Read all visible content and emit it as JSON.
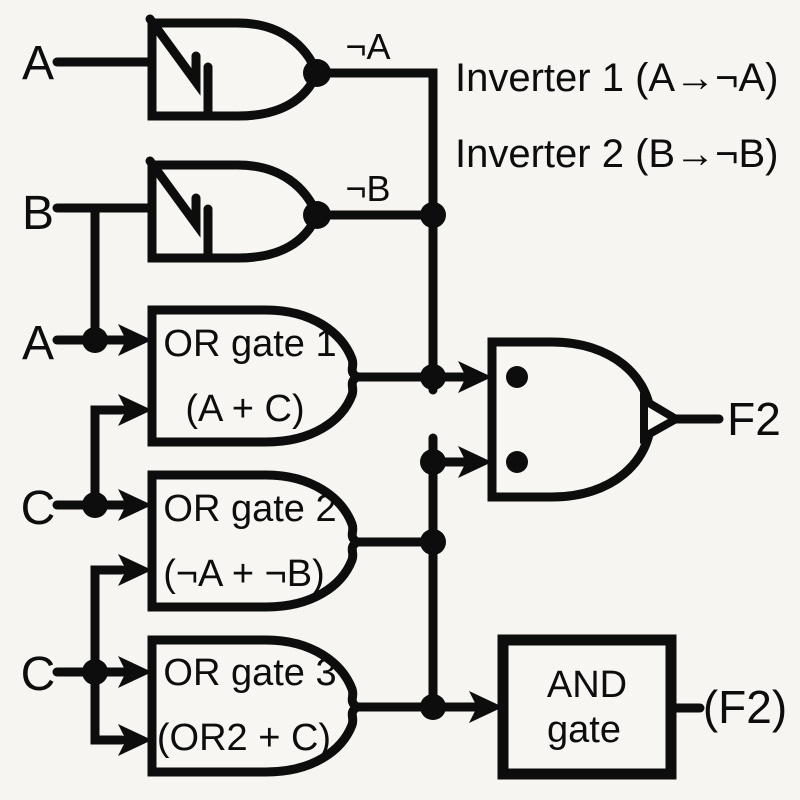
{
  "colors": {
    "background": "#f6f5f2",
    "ink": "#0d0d0d"
  },
  "inputs": {
    "a1": {
      "label": "A"
    },
    "b": {
      "label": "B"
    },
    "a2": {
      "label": "A"
    },
    "c1": {
      "label": "C"
    },
    "c2": {
      "label": "C"
    }
  },
  "inverters": {
    "title1": "Inverter 1 (A→¬A)",
    "title2": "Inverter 2 (B→¬B)",
    "out1": "¬A",
    "out2": "¬B"
  },
  "or_gates": {
    "or1": {
      "title": "OR gate 1",
      "expr": "(A + C)"
    },
    "or2": {
      "title": "OR gate 2",
      "expr": "(¬A + ¬B)"
    },
    "or3": {
      "title": "OR gate 3",
      "expr": "(OR2 + C)"
    }
  },
  "big_and": {
    "output": "F2"
  },
  "and_box": {
    "line1": "AND",
    "line2": "gate",
    "output": "(F2)"
  }
}
